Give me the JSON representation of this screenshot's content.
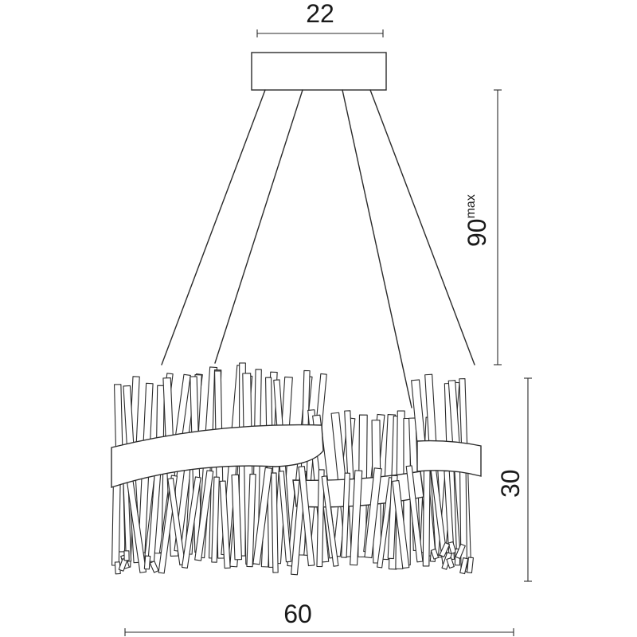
{
  "dimensions": {
    "canopy_width": "22",
    "drop_height": "90",
    "drop_suffix": "max",
    "fixture_height": "30",
    "fixture_width": "60"
  }
}
